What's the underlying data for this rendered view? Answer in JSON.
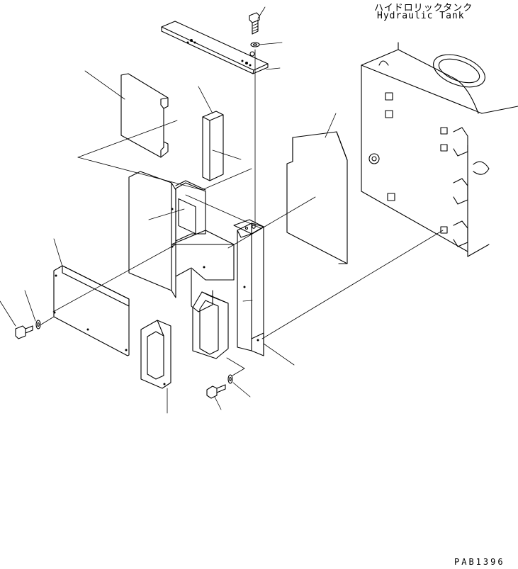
{
  "callout": {
    "japanese": "ハイドロリックタンク",
    "english": "Hydraulic Tank"
  },
  "drawing_number": "PAB1396",
  "colors": {
    "line": "#000000",
    "background": "#ffffff"
  }
}
